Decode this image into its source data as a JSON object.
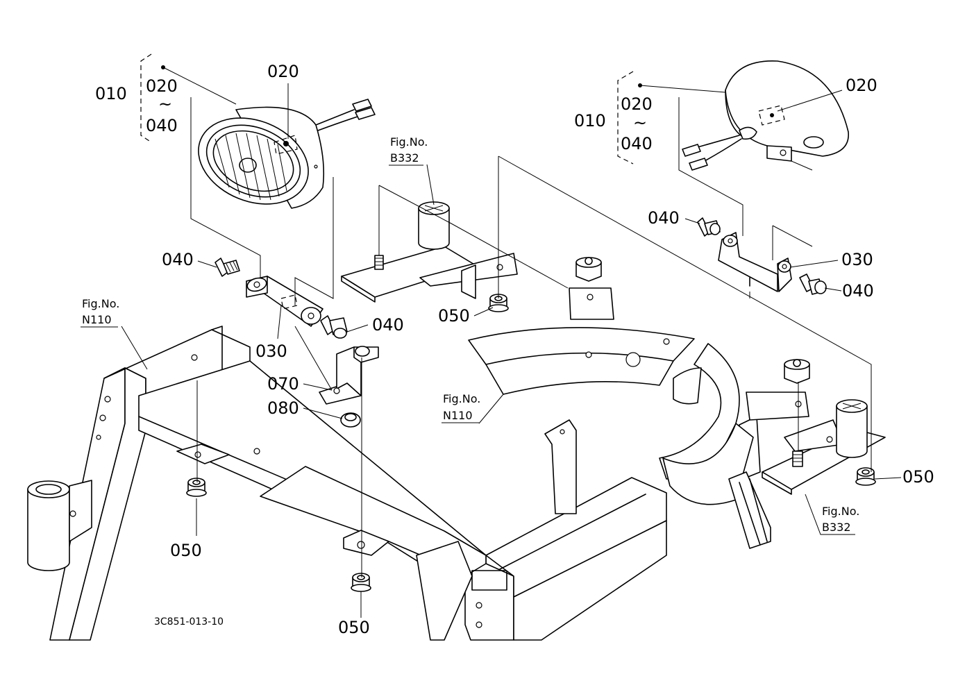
{
  "labels": {
    "left_010": "010",
    "left_range_top": "020",
    "left_range_tilde": "~",
    "left_range_bottom": "040",
    "left_020": "020",
    "left_040_upper": "040",
    "left_040_lower": "040",
    "left_030": "030",
    "bracket_070": "070",
    "grommet_080": "080",
    "nut_050_a": "050",
    "nut_050_b": "050",
    "nut_050_c": "050",
    "nut_050_d": "050",
    "right_010": "010",
    "right_range_top": "020",
    "right_range_tilde": "~",
    "right_range_bottom": "040",
    "right_020": "020",
    "right_040_left": "040",
    "right_040_right": "040",
    "right_030": "030"
  },
  "figure_refs": {
    "fig_b332_top": {
      "line1": "Fig.No.",
      "line2": "B332"
    },
    "fig_n110_left": {
      "line1": "Fig.No.",
      "line2": "N110"
    },
    "fig_n110_center": {
      "line1": "Fig.No.",
      "line2": "N110"
    },
    "fig_b332_bottom": {
      "line1": "Fig.No.",
      "line2": "B332"
    }
  },
  "diagram_code": "3C851-013-10"
}
